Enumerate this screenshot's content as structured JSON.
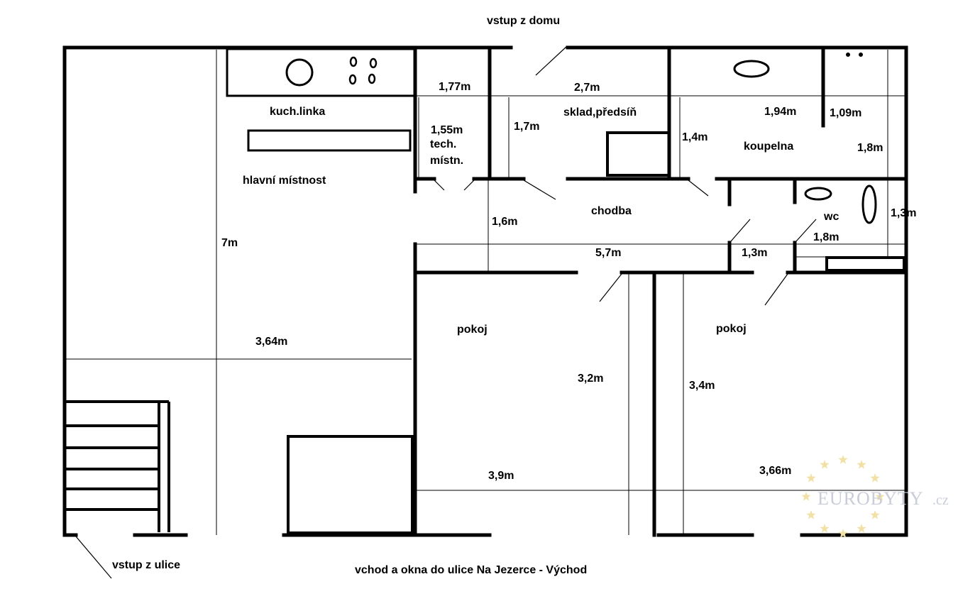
{
  "entrances": {
    "house": "vstup z domu",
    "street": "vstup z ulice",
    "east": "vchod a okna do ulice Na Jezerce - Východ"
  },
  "rooms": {
    "kitchen_unit": "kuch.linka",
    "main_room": "hlavní místnost",
    "tech_room_line1": "tech.",
    "tech_room_line2": "místn.",
    "storage_hall": "sklad,předsíň",
    "bathroom": "koupelna",
    "corridor": "chodba",
    "wc": "wc",
    "room_left": "pokoj",
    "room_right": "pokoj"
  },
  "dimensions": {
    "tech_width": "1,77m",
    "tech_depth": "1,55m",
    "storage_width": "2,7m",
    "storage_depth": "1,7m",
    "storage_side": "1,4m",
    "bath_width": "1,94m",
    "bath_niche_width": "1,09m",
    "bath_depth": "1,8m",
    "main_depth": "7m",
    "main_width": "3,64m",
    "corridor_depth": "1,6m",
    "corridor_length": "5,7m",
    "wc_depth": "1,3m",
    "wc_width": "1,8m",
    "wc_entry": "1,3m",
    "room_left_depth": "3,2m",
    "room_left_width": "3,9m",
    "room_right_depth": "3,4m",
    "room_right_width": "3,66m"
  },
  "watermark": {
    "brand": "EUROBYTY",
    "tld": ".cz"
  },
  "colors": {
    "walls": "#000000",
    "watermark_text": "#c9cdd9",
    "watermark_stars": "#f2e1a6"
  }
}
